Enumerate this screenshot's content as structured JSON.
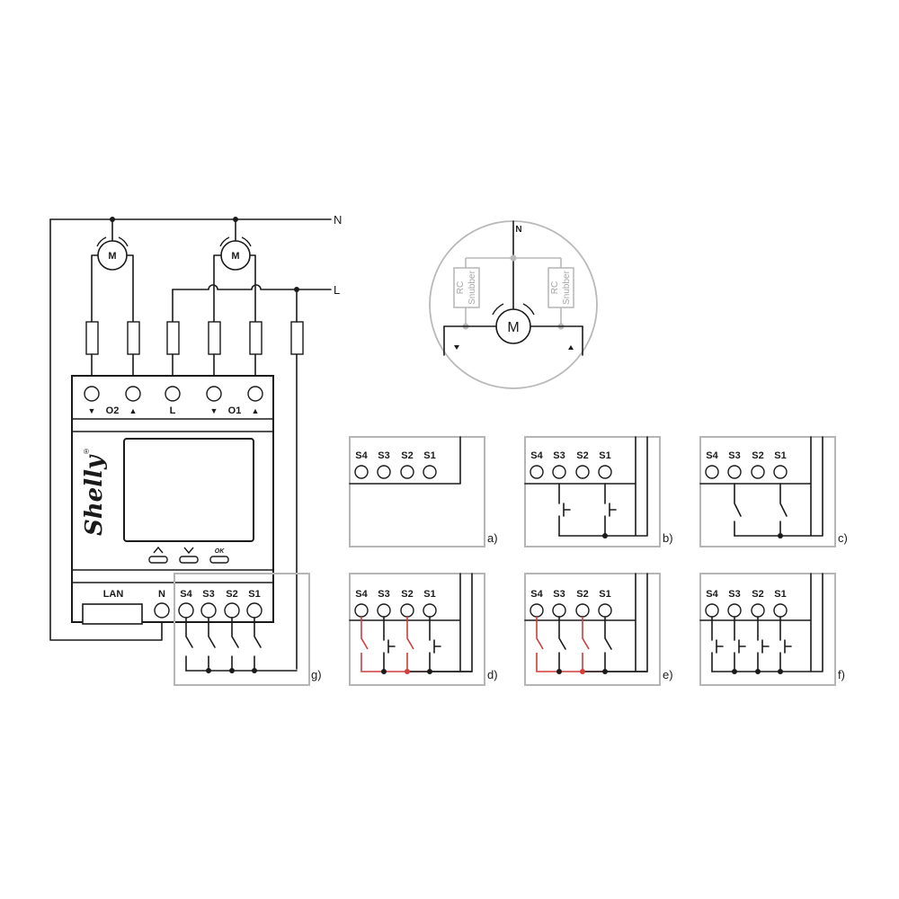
{
  "main_diagram": {
    "line_labels": {
      "neutral": "N",
      "live": "L"
    },
    "motor_label": "M",
    "device_brand": "Shelly",
    "registered_mark": "®",
    "top_terminals": [
      "▼",
      "O2",
      "▲",
      "L",
      "▼",
      "O1",
      "▲"
    ],
    "bottom_terminals": [
      "LAN",
      "N",
      "S4",
      "S3",
      "S2",
      "S1"
    ],
    "button_labels": [
      "^",
      "v",
      "OK"
    ],
    "config_label": "g)"
  },
  "motor_inset": {
    "neutral_label": "N",
    "motor_label": "M",
    "snubber_left": [
      "RC",
      "Snubber"
    ],
    "snubber_right": [
      "RC",
      "Snubber"
    ]
  },
  "panels": [
    {
      "id": "a",
      "label": "a)",
      "terminals": [
        "S4",
        "S3",
        "S2",
        "S1"
      ],
      "inputs": "none"
    },
    {
      "id": "b",
      "label": "b)",
      "terminals": [
        "S4",
        "S3",
        "S2",
        "S1"
      ],
      "inputs": "2 push buttons"
    },
    {
      "id": "c",
      "label": "c)",
      "terminals": [
        "S4",
        "S3",
        "S2",
        "S1"
      ],
      "inputs": "2 switches"
    },
    {
      "id": "d",
      "label": "d)",
      "terminals": [
        "S4",
        "S3",
        "S2",
        "S1"
      ],
      "inputs": "switches + push buttons"
    },
    {
      "id": "e",
      "label": "e)",
      "terminals": [
        "S4",
        "S3",
        "S2",
        "S1"
      ],
      "inputs": "4 switches"
    },
    {
      "id": "f",
      "label": "f)",
      "terminals": [
        "S4",
        "S3",
        "S2",
        "S1"
      ],
      "inputs": "4 push buttons"
    }
  ],
  "colors": {
    "wire": "#1a1a1a",
    "snubber": "#b9b9b9",
    "highlight": "#d23c3c"
  }
}
